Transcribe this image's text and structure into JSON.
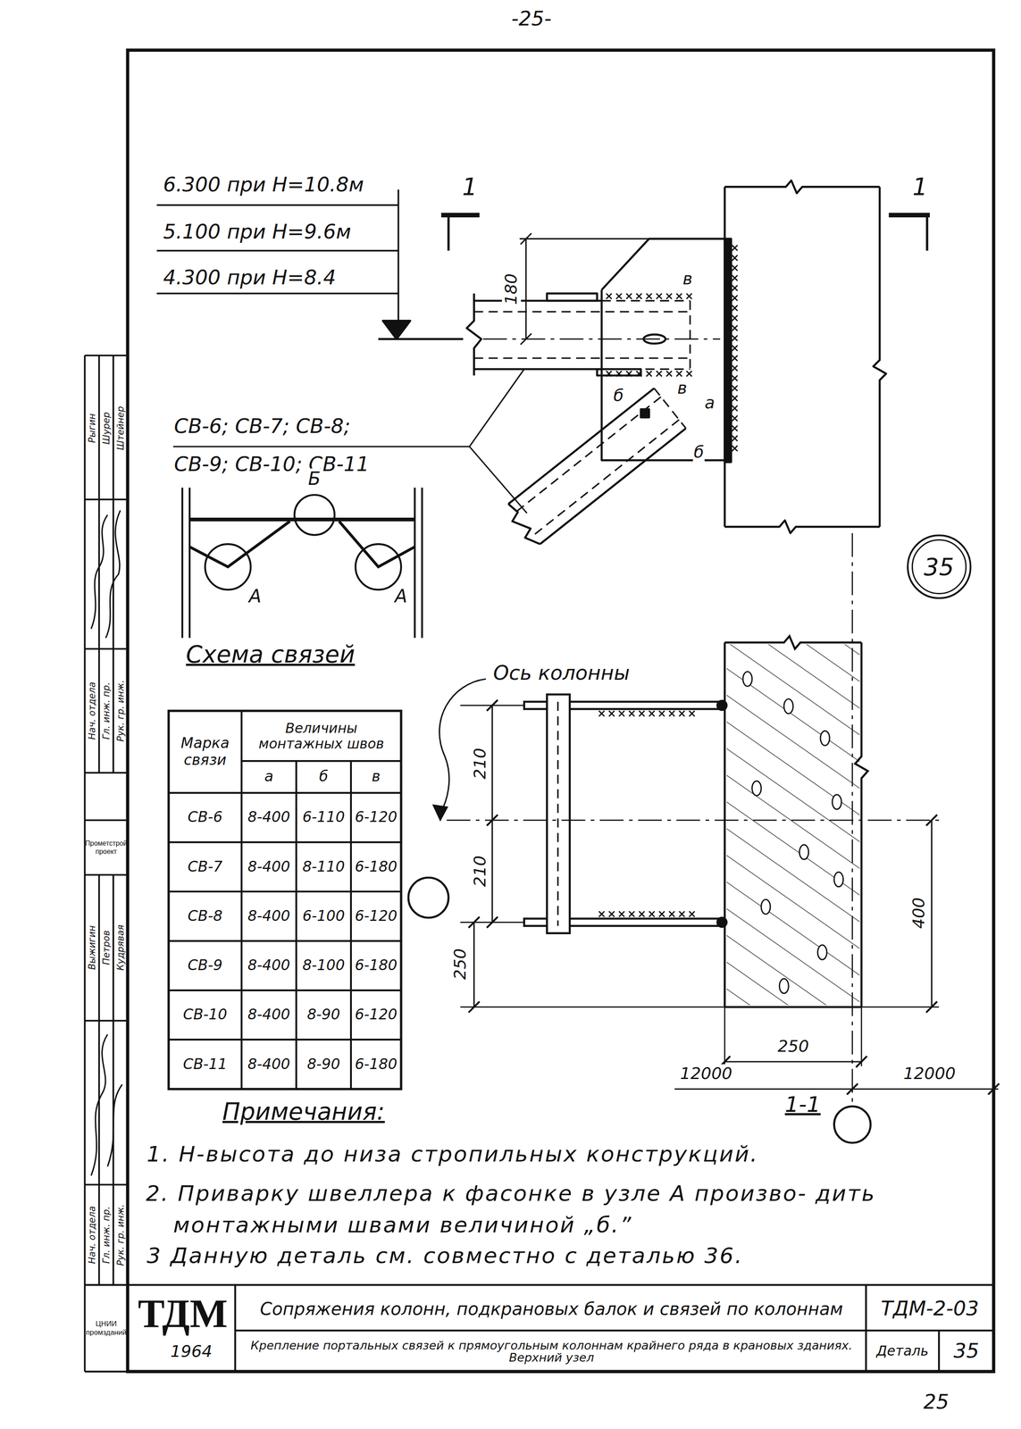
{
  "diagram": {
    "title": "Сопряжения колонн, подкрановых балок и связей по колоннам",
    "nodes": [
      {
        "text": [
          "35"
        ]
      }
    ],
    "labels": [
      "-25-",
      "6.300 при Н=10.8м",
      "5.100 при Н=9.6м",
      "4.300 при Н=8.4",
      "1",
      "1",
      "180",
      "в",
      "б",
      "в",
      "а",
      "б",
      "СВ-6; СВ-7; СВ-8;",
      "СВ-9; СВ-10; СВ-11",
      "Б",
      "А",
      "А",
      "Схема связей",
      "Ось колонны",
      "Марка связи",
      "Величины монтажных швов",
      "а",
      "б",
      "в",
      "СВ-6",
      "8-400",
      "6-110",
      "6-120",
      "СВ-7",
      "8-400",
      "8-110",
      "6-180",
      "СВ-8",
      "8-400",
      "6-100",
      "6-120",
      "СВ-9",
      "8-400",
      "8-100",
      "6-180",
      "СВ-10",
      "8-400",
      "8-90",
      "6-120",
      "СВ-11",
      "8-400",
      "8-90",
      "6-180",
      "210",
      "210",
      "250",
      "400",
      "250",
      "12000",
      "12000",
      "1-1",
      "Примечания:",
      "1. Н-высота до низа стропильных конструкций.",
      "2. Приварку швеллера к фасонке в узле А произво- дить монтажными швами величиной „б.”",
      "3 Данную деталь см. совместно с деталью 36.",
      "ТДМ",
      "1964",
      "Крепление портальных связей к прямоугольным колоннам крайнего ряда в крановых зданиях. Верхний узел",
      "ТДМ-2-03",
      "Деталь",
      "35",
      "ЦНИИ промзданий",
      "25",
      "Рыгин",
      "Шурер",
      "Штейнер",
      "Нач. отдела",
      "Гл. инж. пр.",
      "Рук. гр. инж.",
      "Прометстрой проект",
      "Выжигин",
      "Петров",
      "Кудрявая",
      "Нач. отдела",
      "Гл. инж. пр.",
      "Рук. гр. инж."
    ]
  }
}
